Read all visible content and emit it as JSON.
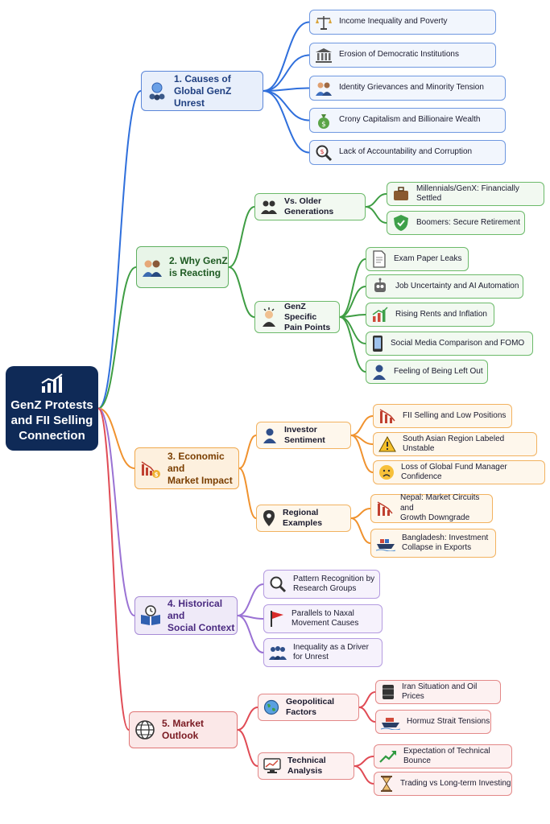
{
  "root": {
    "title": "GenZ Protests\nand FII Selling\nConnection",
    "icon": "chart-growth-icon"
  },
  "branches": [
    {
      "label": "1.  Causes of\nGlobal GenZ Unrest",
      "icon": "people-globe-icon",
      "color": "#2f6fdc",
      "items": [
        {
          "label": "Income Inequality and Poverty",
          "icon": "scales-icon"
        },
        {
          "label": "Erosion of Democratic Institutions",
          "icon": "bank-icon"
        },
        {
          "label": "Identity Grievances and Minority Tension",
          "icon": "people-icon"
        },
        {
          "label": "Crony Capitalism and Billionaire Wealth",
          "icon": "money-bag-icon"
        },
        {
          "label": "Lack of Accountability and Corruption",
          "icon": "magnifier-icon"
        }
      ]
    },
    {
      "label": "2. Why GenZ\nis Reacting",
      "icon": "people-talking-icon",
      "color": "#3e9d43",
      "groups": [
        {
          "label": "Vs. Older Generations",
          "icon": "people-icon",
          "items": [
            {
              "label": "Millennials/GenX: Financially Settled",
              "icon": "briefcase-icon"
            },
            {
              "label": "Boomers: Secure Retirement",
              "icon": "shield-icon"
            }
          ]
        },
        {
          "label": "GenZ Specific\nPain Points",
          "icon": "stressed-person-icon",
          "items": [
            {
              "label": "Exam Paper Leaks",
              "icon": "document-icon"
            },
            {
              "label": "Job Uncertainty and AI Automation",
              "icon": "robot-icon"
            },
            {
              "label": "Rising Rents and Inflation",
              "icon": "bar-chart-up-icon"
            },
            {
              "label": "Social Media Comparison and FOMO",
              "icon": "phone-icon"
            },
            {
              "label": "Feeling of Being Left Out",
              "icon": "person-icon"
            }
          ]
        }
      ]
    },
    {
      "label": "3. Economic and\nMarket Impact",
      "icon": "chart-down-money-icon",
      "color": "#f0922e",
      "groups": [
        {
          "label": "Investor Sentiment",
          "icon": "person-icon",
          "items": [
            {
              "label": "FII Selling and Low Positions",
              "icon": "chart-down-icon"
            },
            {
              "label": "South Asian Region Labeled Unstable",
              "icon": "warning-icon"
            },
            {
              "label": "Loss of Global Fund Manager Confidence",
              "icon": "worried-face-icon"
            }
          ]
        },
        {
          "label": "Regional Examples",
          "icon": "location-pin-icon",
          "items": [
            {
              "label": "Nepal: Market Circuits and\nGrowth Downgrade",
              "icon": "chart-down-icon"
            },
            {
              "label": "Bangladesh: Investment\nCollapse in Exports",
              "icon": "cargo-ship-icon"
            }
          ]
        }
      ]
    },
    {
      "label": "4. Historical and\nSocial Context",
      "icon": "book-clock-icon",
      "color": "#9a72d4",
      "items": [
        {
          "label": "Pattern Recognition by\nResearch Groups",
          "icon": "magnifier-icon"
        },
        {
          "label": "Parallels to Naxal\nMovement Causes",
          "icon": "red-flag-icon"
        },
        {
          "label": "Inequality as a Driver\nfor Unrest",
          "icon": "people-group-icon"
        }
      ]
    },
    {
      "label": "5. Market Outlook",
      "icon": "globe-icon",
      "color": "#e04b55",
      "groups": [
        {
          "label": "Geopolitical Factors",
          "icon": "globe-icon",
          "items": [
            {
              "label": "Iran Situation and Oil Prices",
              "icon": "oil-barrel-icon"
            },
            {
              "label": "Hormuz Strait Tensions",
              "icon": "ship-icon"
            }
          ]
        },
        {
          "label": "Technical Analysis",
          "icon": "monitor-chart-icon",
          "items": [
            {
              "label": "Expectation of Technical Bounce",
              "icon": "trend-up-icon"
            },
            {
              "label": "Trading vs Long-term Investing",
              "icon": "hourglass-icon"
            }
          ]
        }
      ]
    }
  ]
}
